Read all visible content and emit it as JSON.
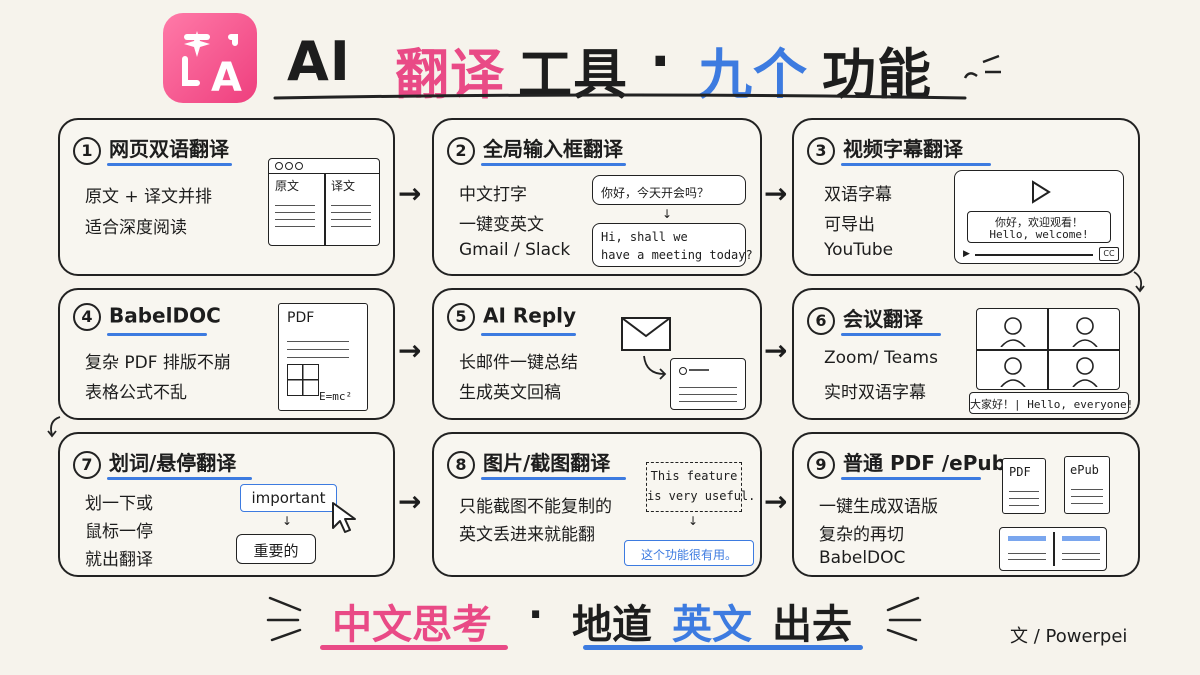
{
  "header": {
    "title_parts": [
      "AI",
      "翻译",
      "工具",
      "·",
      "九个",
      "功能"
    ],
    "logo_letter": "A",
    "colors": {
      "pink": "#e94a86",
      "blue": "#3d7be0",
      "ink": "#1d1d1d"
    }
  },
  "cards": [
    {
      "num": "1",
      "title": "网页双语翻译",
      "lines": [
        "原文 + 译文并排",
        "适合深度阅读"
      ],
      "visual": {
        "col1": "原文",
        "col2": "译文"
      }
    },
    {
      "num": "2",
      "title": "全局输入框翻译",
      "lines": [
        "中文打字",
        "一键变英文",
        "Gmail / Slack"
      ],
      "visual": {
        "zh": "你好，今天开会吗？",
        "en1": "Hi, shall we",
        "en2": "have a meeting today?"
      }
    },
    {
      "num": "3",
      "title": "视频字幕翻译",
      "lines": [
        "双语字幕",
        "可导出",
        "YouTube"
      ],
      "visual": {
        "sub1": "你好，欢迎观看！",
        "sub2": "Hello, welcome!",
        "cc": "CC"
      }
    },
    {
      "num": "4",
      "title": "BabelDOC",
      "lines": [
        "复杂 PDF 排版不崩",
        "表格公式不乱"
      ],
      "visual": {
        "pdf": "PDF",
        "formula": "E=mc²"
      }
    },
    {
      "num": "5",
      "title": "AI Reply",
      "lines": [
        "长邮件一键总结",
        "生成英文回稿"
      ]
    },
    {
      "num": "6",
      "title": "会议翻译",
      "lines": [
        "Zoom/ Teams",
        "实时双语字幕"
      ],
      "visual": {
        "caption": "大家好！| Hello, everyone!"
      }
    },
    {
      "num": "7",
      "title": "划词/悬停翻译",
      "lines": [
        "划一下或",
        "鼠标一停",
        "就出翻译"
      ],
      "visual": {
        "word": "important",
        "zh": "重要的"
      }
    },
    {
      "num": "8",
      "title": "图片/截图翻译",
      "lines": [
        "只能截图不能复制的",
        "英文丢进来就能翻"
      ],
      "visual": {
        "en1": "This feature",
        "en2": "is very useful.",
        "zh": "这个功能很有用。"
      }
    },
    {
      "num": "9",
      "title": "普通 PDF /ePub",
      "lines": [
        "一键生成双语版",
        "复杂的再切",
        "BabelDOC"
      ],
      "visual": {
        "pdf": "PDF",
        "epub": "ePub"
      }
    }
  ],
  "footer": {
    "left": "中文思考",
    "dot": "·",
    "right_parts": [
      "地道",
      "英文",
      "出去"
    ],
    "credit": "文 / Powerpei"
  }
}
